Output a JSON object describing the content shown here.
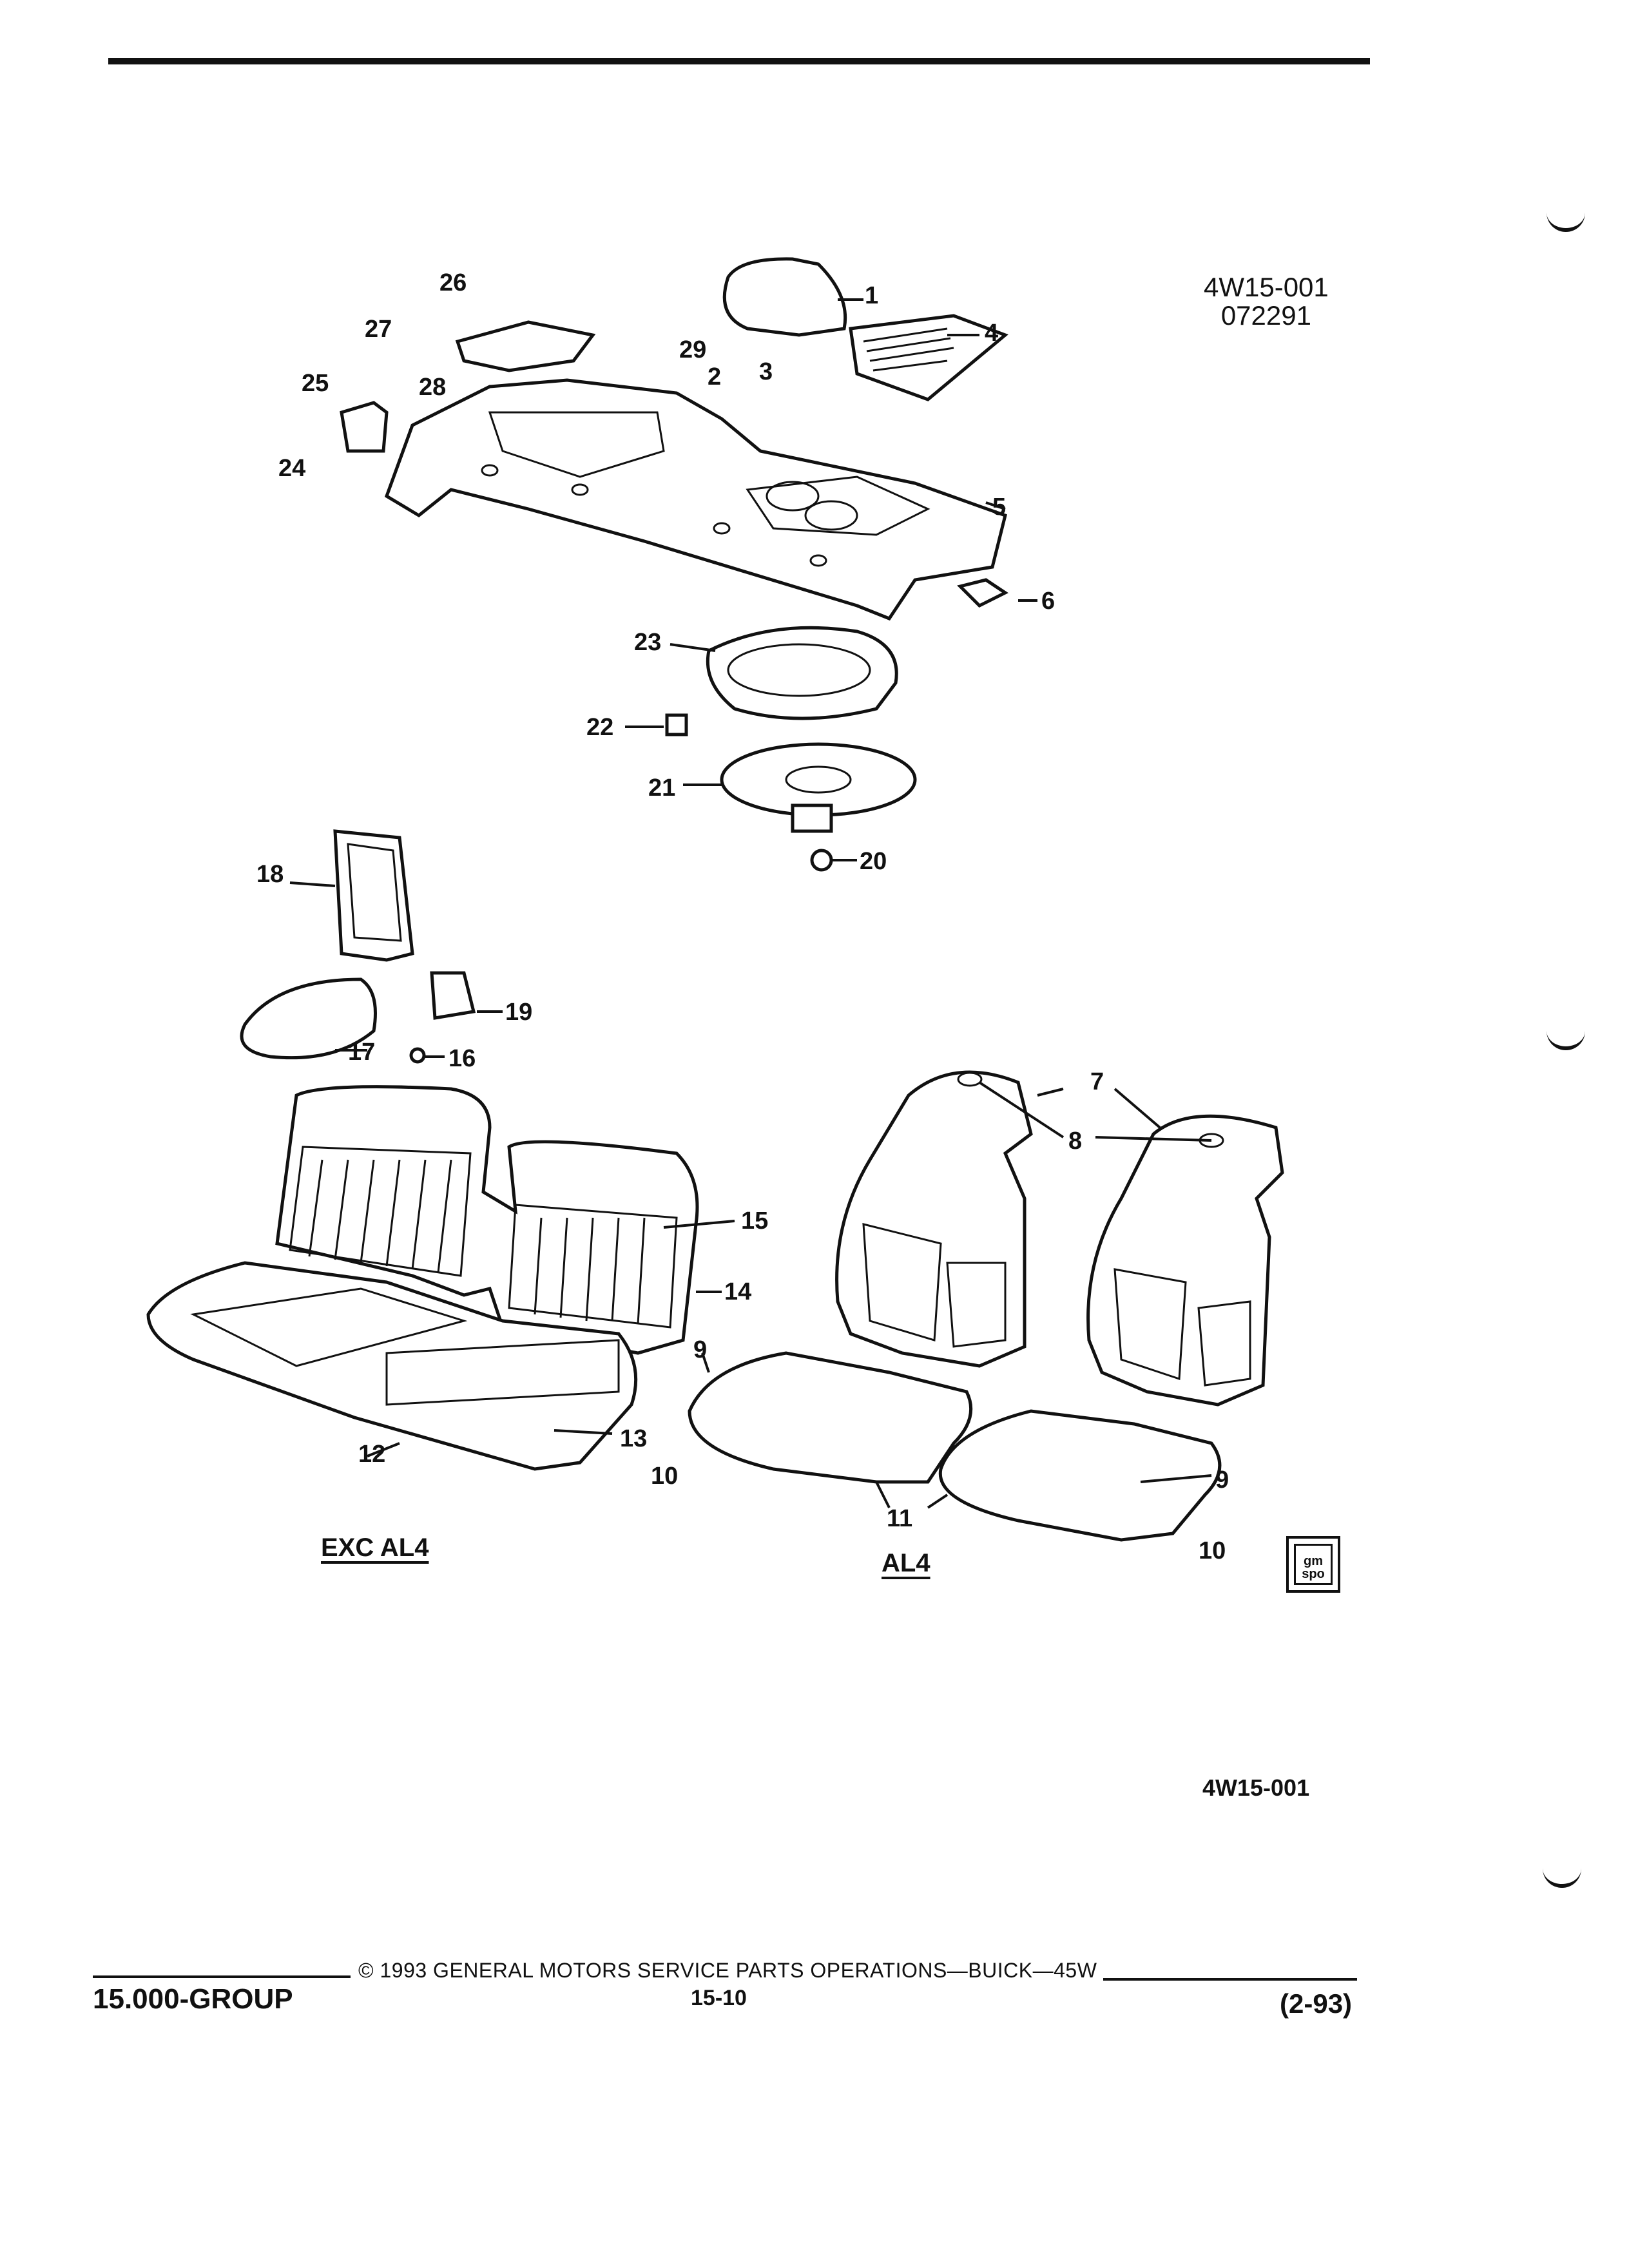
{
  "figure": {
    "drawing_code": "4W15-001",
    "date_code": "072291",
    "bottom_ref": "4W15-001",
    "callouts": [
      "1",
      "2",
      "3",
      "4",
      "5",
      "6",
      "7",
      "8",
      "9",
      "10",
      "11",
      "12",
      "13",
      "14",
      "15",
      "16",
      "17",
      "18",
      "19",
      "20",
      "21",
      "22",
      "23",
      "24",
      "25",
      "26",
      "27",
      "28",
      "29",
      "9",
      "10"
    ],
    "group_labels": [
      "EXC AL4",
      "AL4"
    ]
  },
  "footer": {
    "group": "15.000-GROUP",
    "copyright": "© 1993 GENERAL MOTORS SERVICE PARTS OPERATIONS—BUICK—45W",
    "page": "15-10",
    "date": "(2-93)"
  },
  "logo": {
    "icon": "gm-spo-logo-icon",
    "text": "gm spo"
  }
}
